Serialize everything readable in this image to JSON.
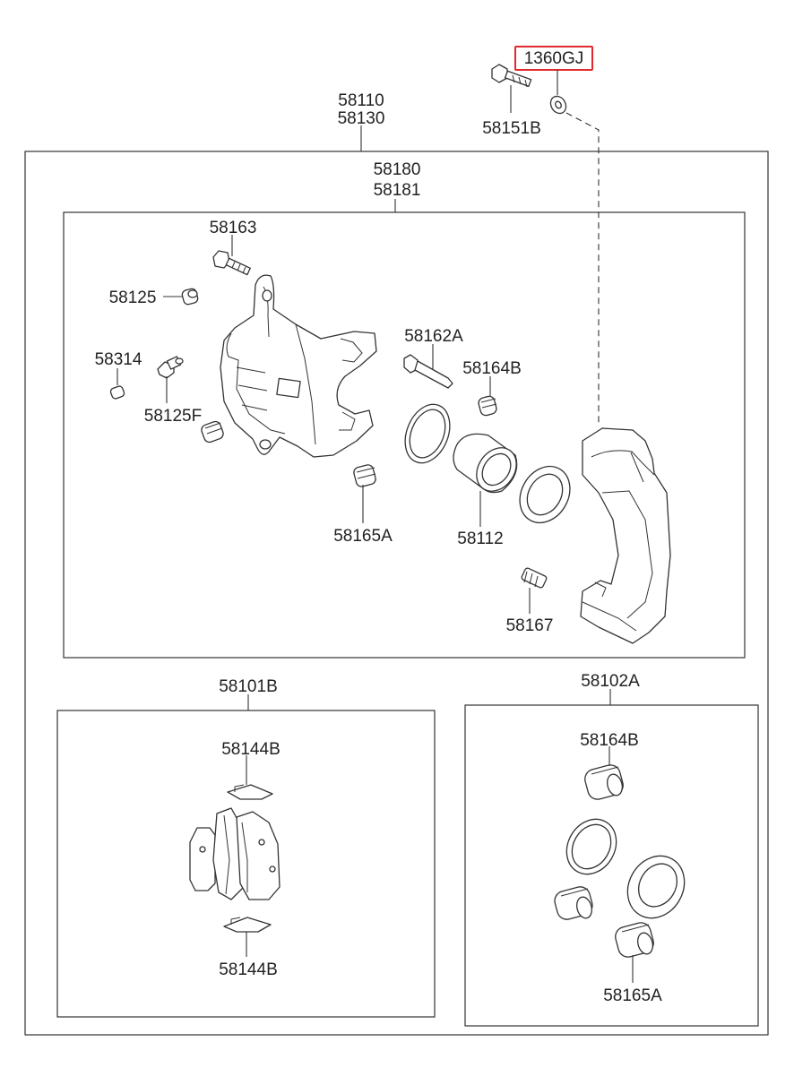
{
  "highlight_color": "#e0292c",
  "labels": {
    "p1360gj": "1360GJ",
    "p58151b": "58151B",
    "p58110": "58110",
    "p58130": "58130",
    "p58180": "58180",
    "p58181": "58181",
    "p58163": "58163",
    "p58125": "58125",
    "p58314": "58314",
    "p58125f": "58125F",
    "p58162a": "58162A",
    "p58164b": "58164B",
    "p58165a": "58165A",
    "p58112": "58112",
    "p58167": "58167",
    "p58101b": "58101B",
    "p58144b_top": "58144B",
    "p58144b_bottom": "58144B",
    "p58102a": "58102A",
    "p58164b_kit": "58164B",
    "p58165a_kit": "58165A"
  }
}
